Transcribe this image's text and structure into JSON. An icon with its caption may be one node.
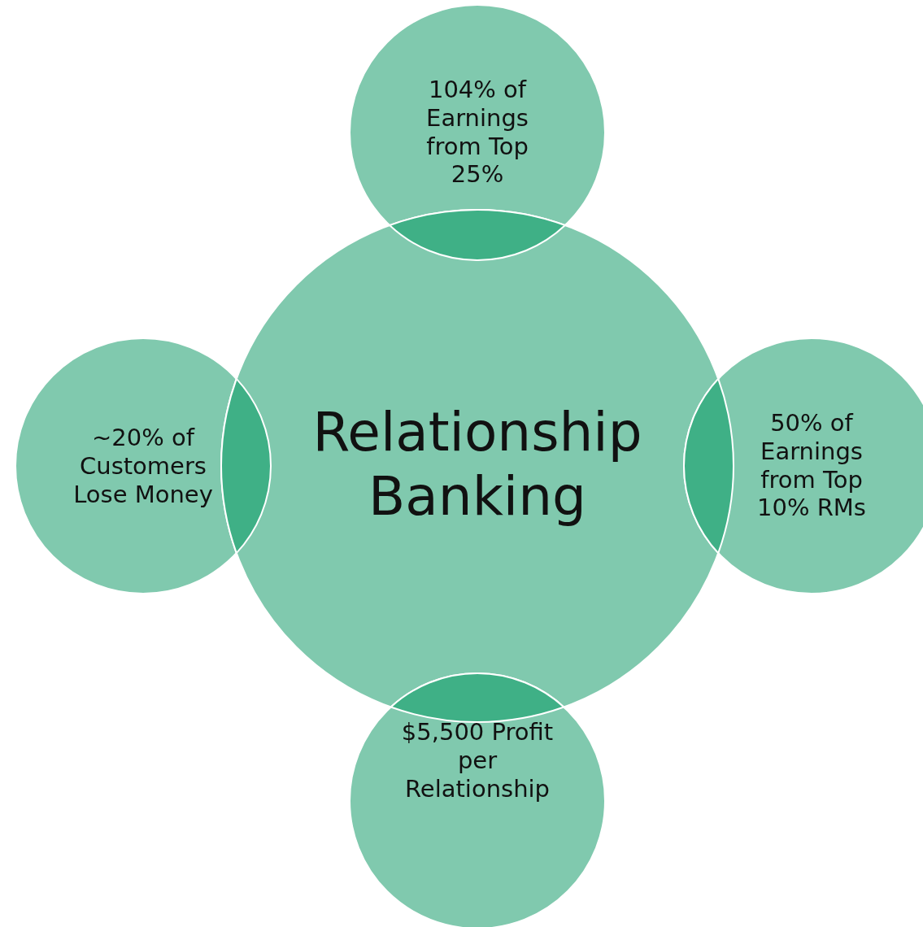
{
  "diagram": {
    "nodes": [
      {
        "text": [
          "104% of Earnings from Top 25%"
        ]
      },
      {
        "text": [
          "~20% of Customers Lose Money"
        ]
      },
      {
        "text": [
          "Relationship Banking"
        ]
      },
      {
        "text": [
          "50% of Earnings from Top 10% RMs"
        ]
      },
      {
        "text": [
          "$5,500 Profit per Relationship"
        ]
      }
    ]
  }
}
